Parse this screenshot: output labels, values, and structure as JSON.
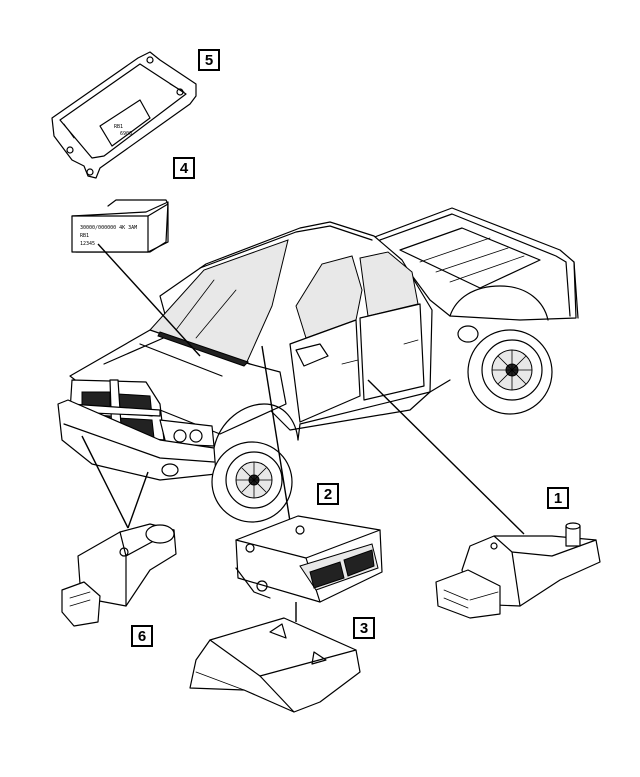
{
  "callouts": [
    {
      "number": "1"
    },
    {
      "number": "2"
    },
    {
      "number": "3"
    },
    {
      "number": "4"
    },
    {
      "number": "5"
    },
    {
      "number": "6"
    }
  ],
  "part_labels": {
    "label_4_line1": "30000/000000 4K 3AM",
    "label_4_line2": "RB1",
    "label_4_line3": "12345",
    "label_5_line1": "RB1",
    "label_5_line2": "6900"
  },
  "colors": {
    "line": "#000000",
    "background": "#ffffff"
  }
}
